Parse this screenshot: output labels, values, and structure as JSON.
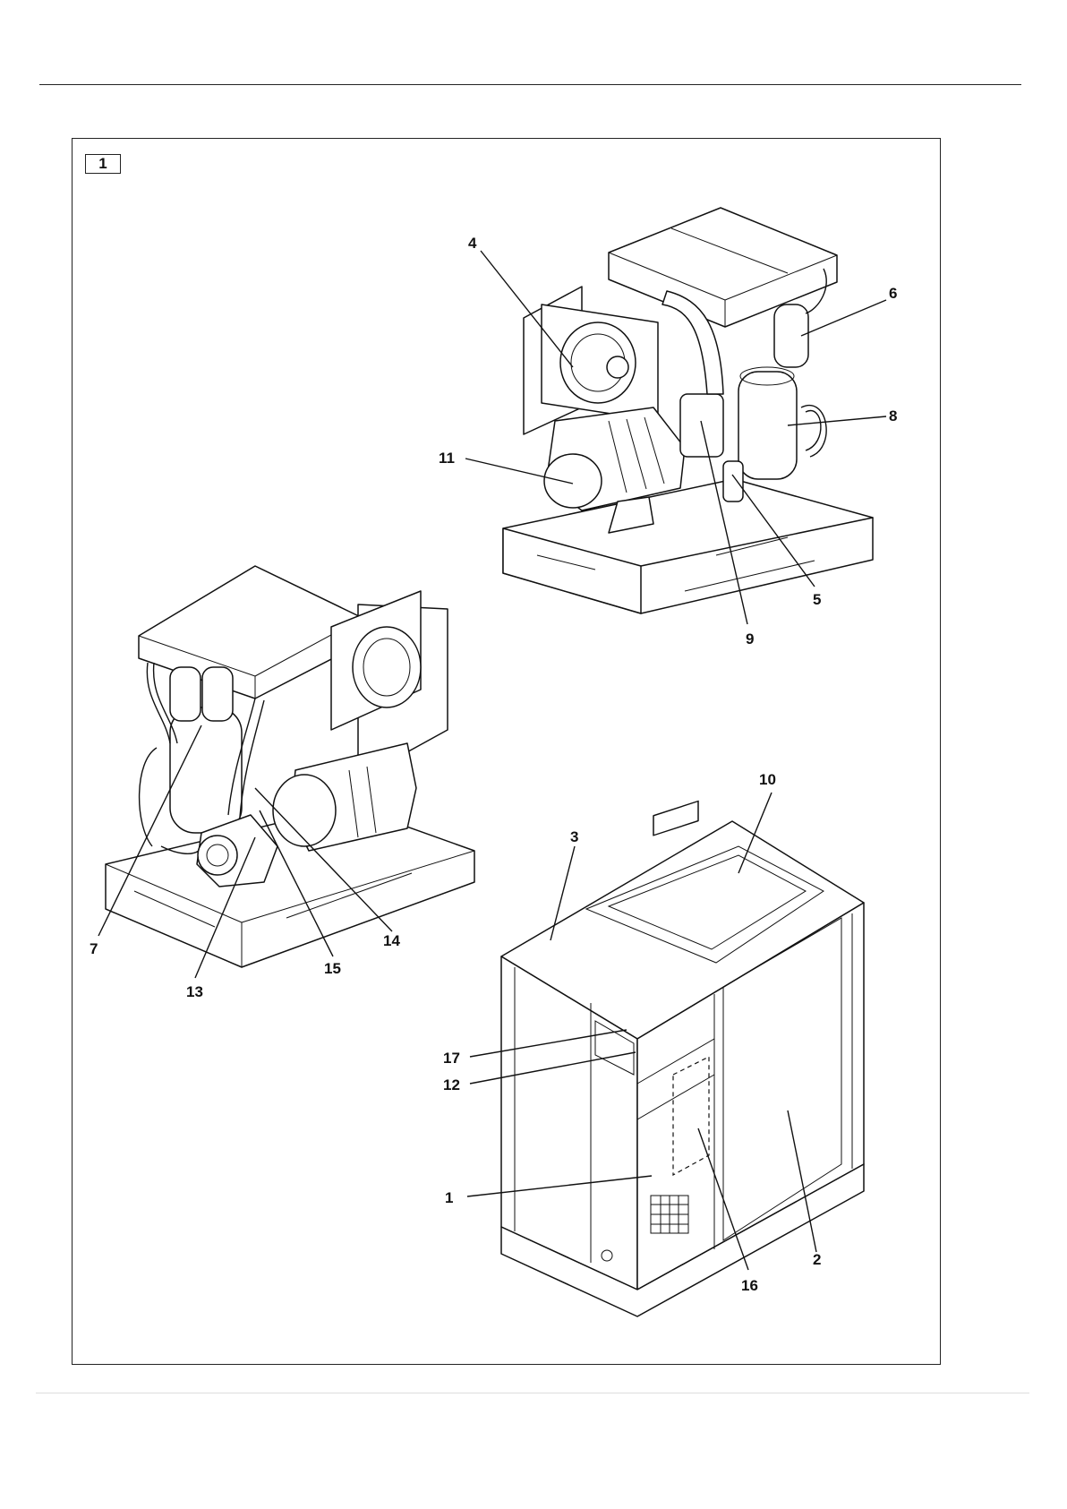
{
  "figure": {
    "tag": "1"
  },
  "callouts": [
    {
      "id": "c1",
      "text": "1"
    },
    {
      "id": "c2",
      "text": "2"
    },
    {
      "id": "c3",
      "text": "3"
    },
    {
      "id": "c4",
      "text": "4"
    },
    {
      "id": "c5",
      "text": "5"
    },
    {
      "id": "c6",
      "text": "6"
    },
    {
      "id": "c7",
      "text": "7"
    },
    {
      "id": "c8",
      "text": "8"
    },
    {
      "id": "c9",
      "text": "9"
    },
    {
      "id": "c10",
      "text": "10"
    },
    {
      "id": "c11",
      "text": "11"
    },
    {
      "id": "c12",
      "text": "12"
    },
    {
      "id": "c13",
      "text": "13"
    },
    {
      "id": "c14",
      "text": "14"
    },
    {
      "id": "c15",
      "text": "15"
    },
    {
      "id": "c16",
      "text": "16"
    },
    {
      "id": "c17",
      "text": "17"
    }
  ]
}
